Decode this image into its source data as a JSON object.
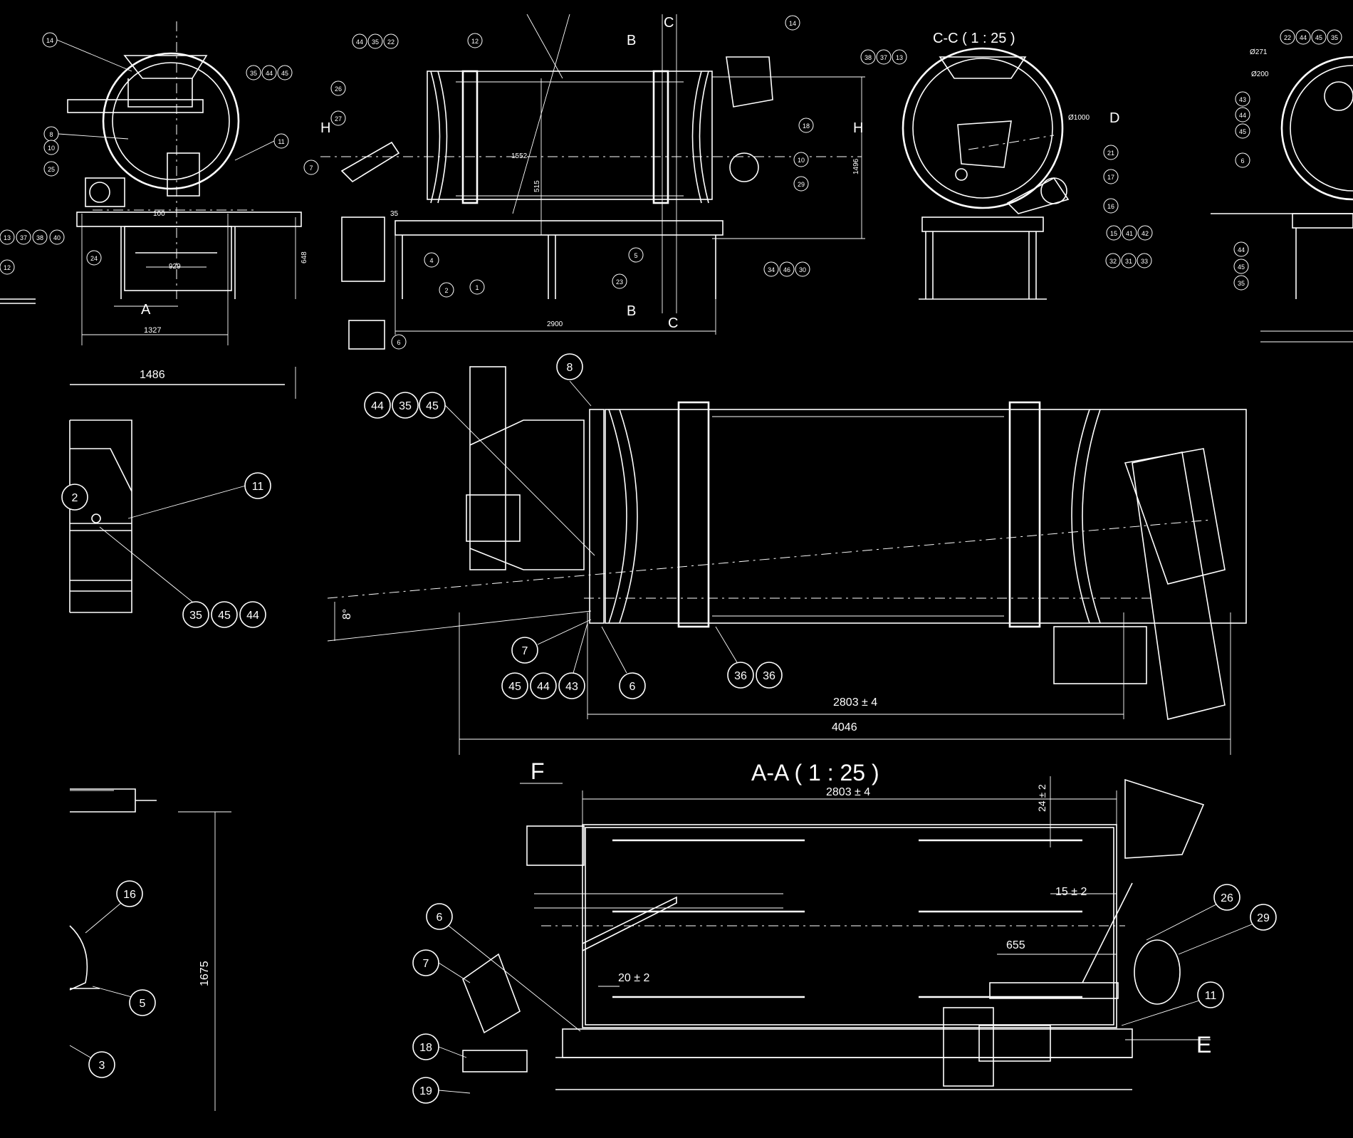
{
  "views": {
    "section_cc_title": "C-C ( 1 : 25 )",
    "section_aa_title": "A-A ( 1 : 25 )"
  },
  "section_marks": {
    "A": "A",
    "B_top": "B",
    "B_bottom": "B",
    "C_top": "C",
    "C_bottom": "C",
    "H_left": "H",
    "H_right": "H",
    "D": "D",
    "E": "E",
    "F": "F"
  },
  "dimensions": {
    "d100": "100",
    "d929": "929",
    "d1327": "1327",
    "d648": "648",
    "d1552": "1552",
    "d515": "515",
    "d35": "35",
    "d2900": "2900",
    "d1496": "1496",
    "phi1000": "Ø1000",
    "phi271": "Ø271",
    "phi200": "Ø200",
    "d1486": "1486",
    "angle8": "8°",
    "d2803_plan": "2803 ± 4",
    "d4046": "4046",
    "d2803_aa": "2803 ± 4",
    "d24": "24 ± 2",
    "d15": "15 ± 2",
    "d655": "655",
    "d20": "20 ± 2",
    "d1675": "1675"
  },
  "small_bubbles": [
    {
      "id": "s14a",
      "text": "14"
    },
    {
      "id": "s35a",
      "text": "35"
    },
    {
      "id": "s44a",
      "text": "44"
    },
    {
      "id": "s45a",
      "text": "45"
    },
    {
      "id": "s8",
      "text": "8"
    },
    {
      "id": "s10a",
      "text": "10"
    },
    {
      "id": "s25",
      "text": "25"
    },
    {
      "id": "s11a",
      "text": "11"
    },
    {
      "id": "s13a",
      "text": "13"
    },
    {
      "id": "s37a",
      "text": "37"
    },
    {
      "id": "s38a",
      "text": "38"
    },
    {
      "id": "s40",
      "text": "40"
    },
    {
      "id": "s12a",
      "text": "12"
    },
    {
      "id": "s24",
      "text": "24"
    },
    {
      "id": "s44b",
      "text": "44"
    },
    {
      "id": "s35b",
      "text": "35"
    },
    {
      "id": "s22a",
      "text": "22"
    },
    {
      "id": "s12b",
      "text": "12"
    },
    {
      "id": "s26",
      "text": "26"
    },
    {
      "id": "s27",
      "text": "27"
    },
    {
      "id": "s7a",
      "text": "7"
    },
    {
      "id": "s4",
      "text": "4"
    },
    {
      "id": "s2",
      "text": "2"
    },
    {
      "id": "s1",
      "text": "1"
    },
    {
      "id": "s23",
      "text": "23"
    },
    {
      "id": "s5a",
      "text": "5"
    },
    {
      "id": "s6a",
      "text": "6"
    },
    {
      "id": "s14b",
      "text": "14"
    },
    {
      "id": "s18a",
      "text": "18"
    },
    {
      "id": "s10b",
      "text": "10"
    },
    {
      "id": "s29a",
      "text": "29"
    },
    {
      "id": "s34",
      "text": "34"
    },
    {
      "id": "s46",
      "text": "46"
    },
    {
      "id": "s30",
      "text": "30"
    },
    {
      "id": "s38b",
      "text": "38"
    },
    {
      "id": "s37b",
      "text": "37"
    },
    {
      "id": "s13b",
      "text": "13"
    },
    {
      "id": "s21",
      "text": "21"
    },
    {
      "id": "s17",
      "text": "17"
    },
    {
      "id": "s16a",
      "text": "16"
    },
    {
      "id": "s15",
      "text": "15"
    },
    {
      "id": "s41",
      "text": "41"
    },
    {
      "id": "s42",
      "text": "42"
    },
    {
      "id": "s32",
      "text": "32"
    },
    {
      "id": "s31",
      "text": "31"
    },
    {
      "id": "s33",
      "text": "33"
    },
    {
      "id": "s22b",
      "text": "22"
    },
    {
      "id": "s44c",
      "text": "44"
    },
    {
      "id": "s45b",
      "text": "45"
    },
    {
      "id": "s35c",
      "text": "35"
    },
    {
      "id": "s43a",
      "text": "43"
    },
    {
      "id": "s44d",
      "text": "44"
    },
    {
      "id": "s45c",
      "text": "45"
    },
    {
      "id": "s6b",
      "text": "6"
    },
    {
      "id": "s44e",
      "text": "44"
    },
    {
      "id": "s45d",
      "text": "45"
    },
    {
      "id": "s35d",
      "text": "35"
    }
  ],
  "large_bubbles": [
    {
      "id": "b44",
      "text": "44"
    },
    {
      "id": "b35",
      "text": "35"
    },
    {
      "id": "b45",
      "text": "45"
    },
    {
      "id": "b2",
      "text": "2"
    },
    {
      "id": "b11a",
      "text": "11"
    },
    {
      "id": "b35b",
      "text": "35"
    },
    {
      "id": "b45b",
      "text": "45"
    },
    {
      "id": "b44b",
      "text": "44"
    },
    {
      "id": "b7a",
      "text": "7"
    },
    {
      "id": "b45c",
      "text": "45"
    },
    {
      "id": "b44c",
      "text": "44"
    },
    {
      "id": "b43",
      "text": "43"
    },
    {
      "id": "b6a",
      "text": "6"
    },
    {
      "id": "b36a",
      "text": "36"
    },
    {
      "id": "b36b",
      "text": "36"
    },
    {
      "id": "b16",
      "text": "16"
    },
    {
      "id": "b5",
      "text": "5"
    },
    {
      "id": "b3",
      "text": "3"
    },
    {
      "id": "b6b",
      "text": "6"
    },
    {
      "id": "b7b",
      "text": "7"
    },
    {
      "id": "b18",
      "text": "18"
    },
    {
      "id": "b19",
      "text": "19"
    },
    {
      "id": "b26",
      "text": "26"
    },
    {
      "id": "b29",
      "text": "29"
    },
    {
      "id": "b11b",
      "text": "11"
    },
    {
      "id": "b8top",
      "text": "8"
    }
  ]
}
